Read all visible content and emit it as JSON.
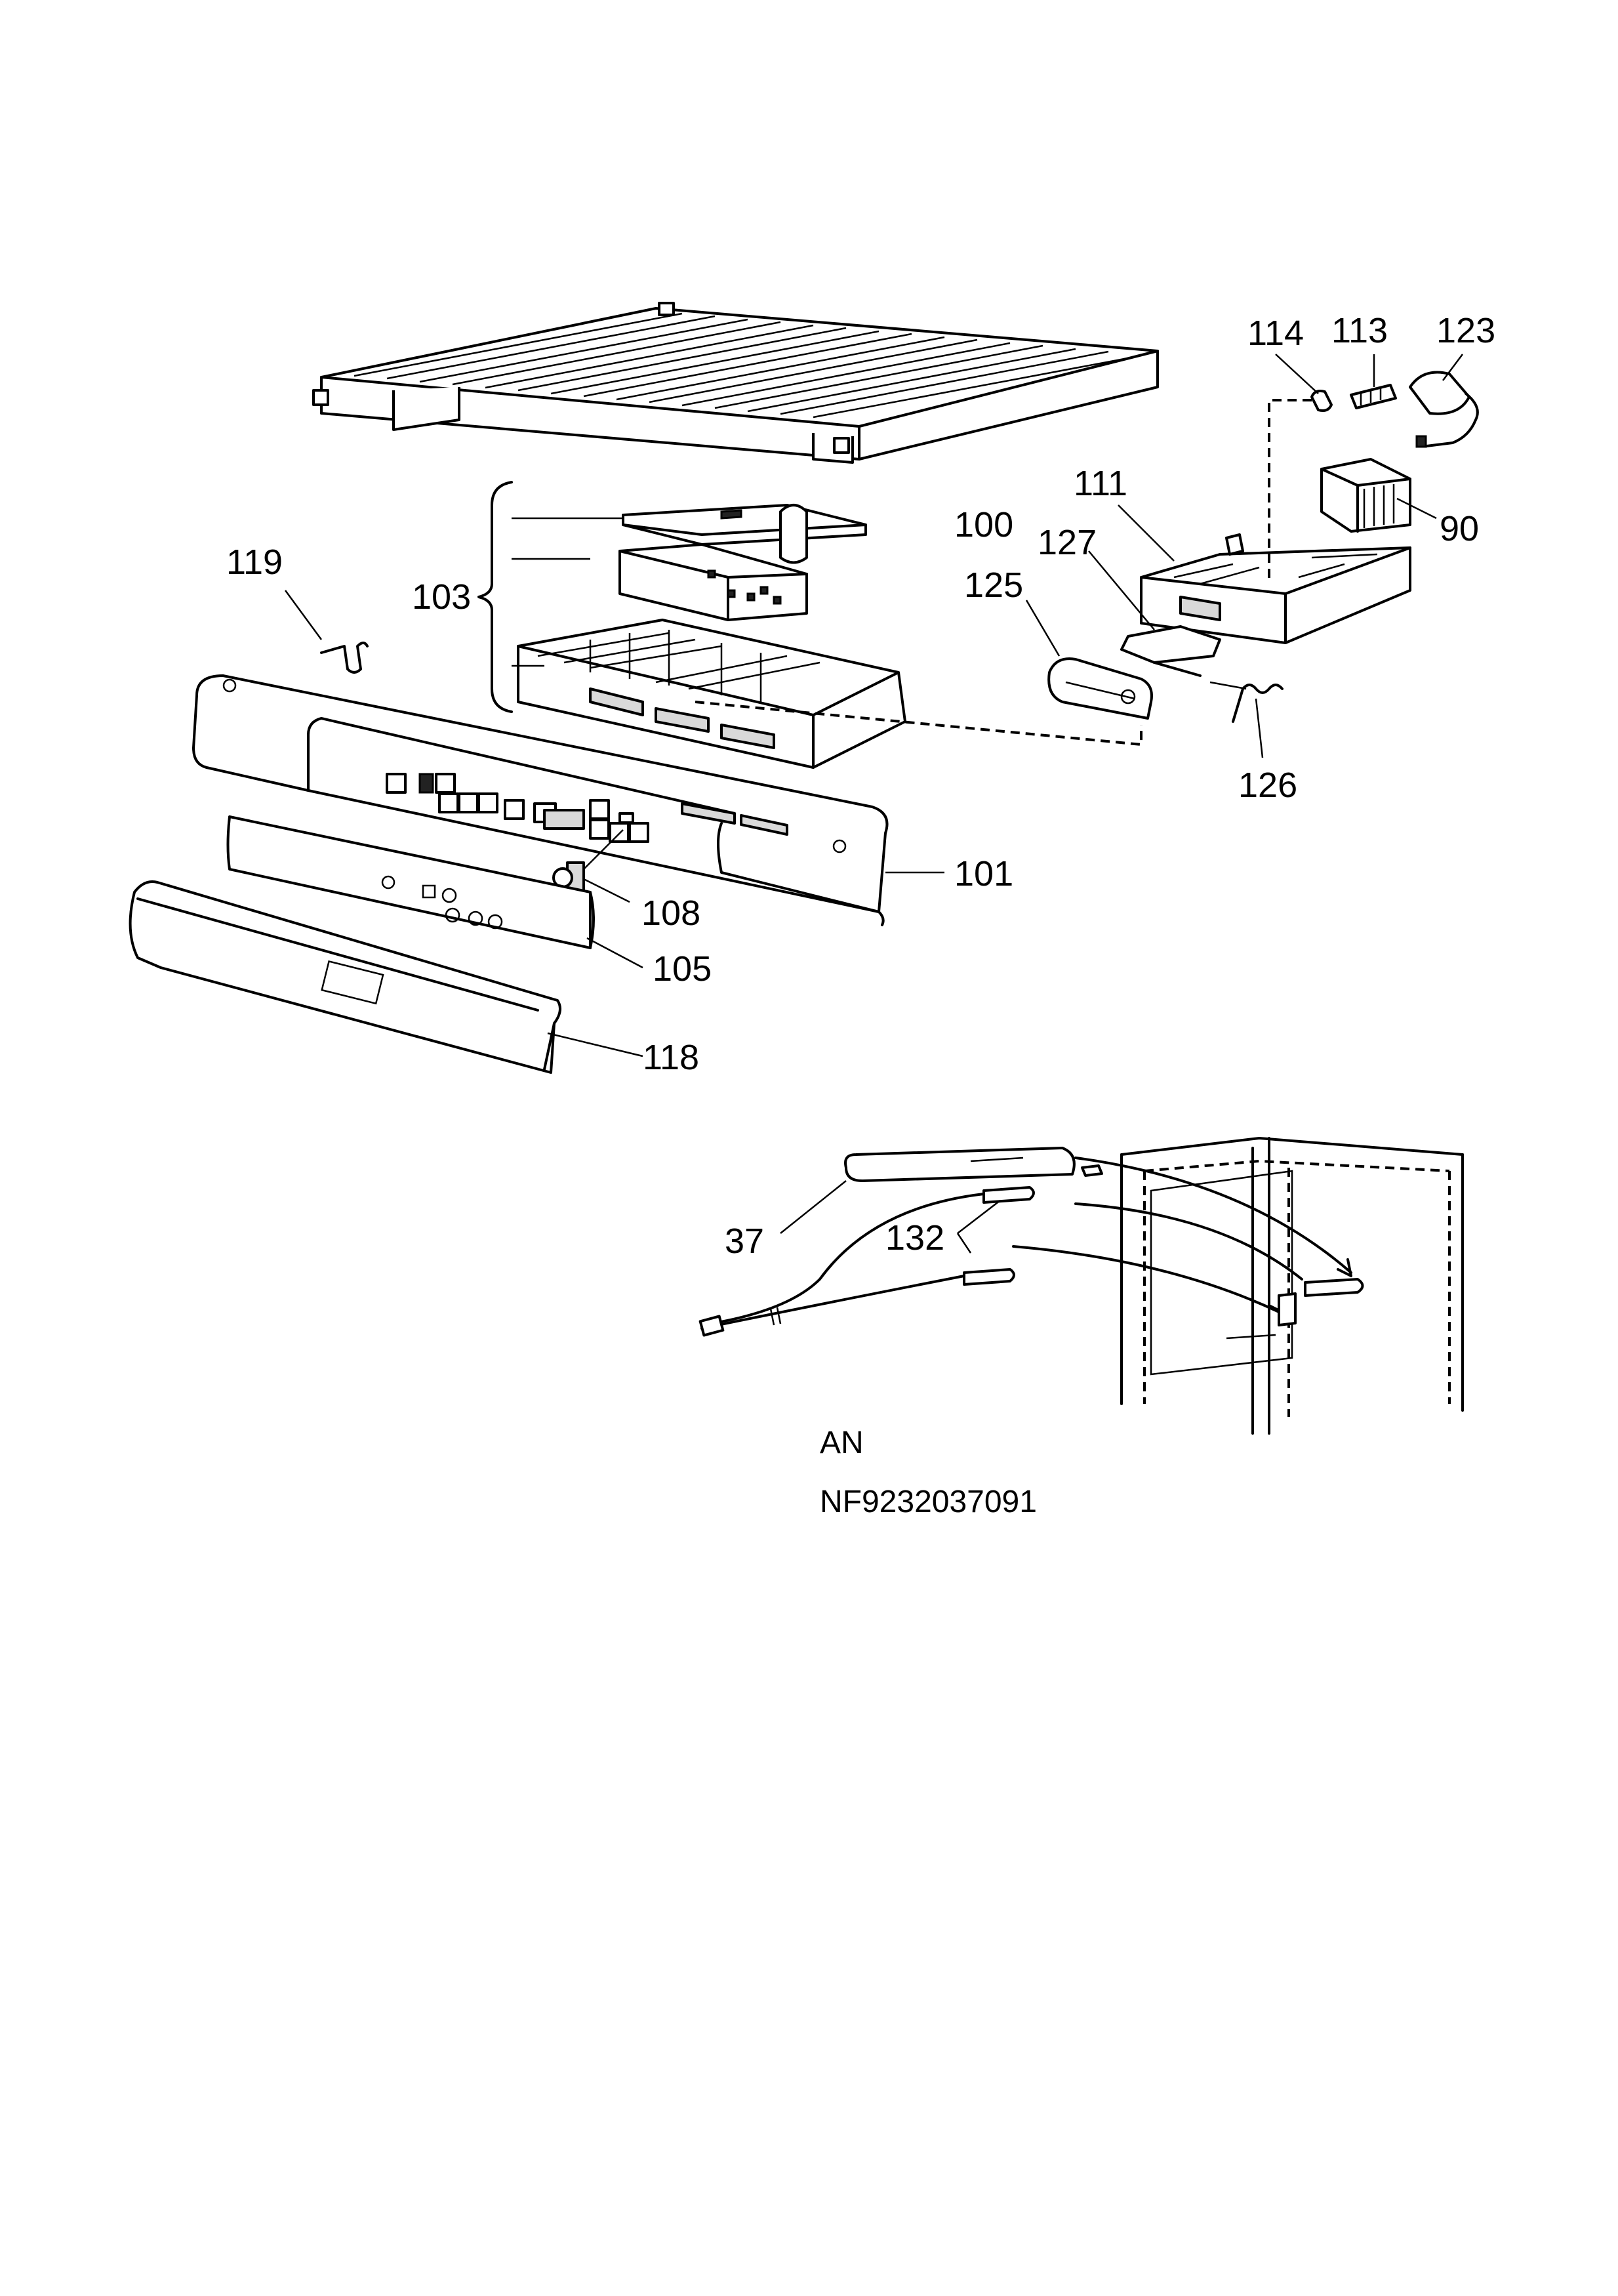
{
  "labels": {
    "p100": "100",
    "p101": "101",
    "p103": "103",
    "p105": "105",
    "p108": "108",
    "p111": "111",
    "p113": "113",
    "p114": "114",
    "p118": "118",
    "p119": "119",
    "p123": "123",
    "p125": "125",
    "p126": "126",
    "p127": "127",
    "p90": "90",
    "p37": "37",
    "p132": "132"
  },
  "footer": {
    "language_code": "AN",
    "document_number": "NF9232037091"
  }
}
